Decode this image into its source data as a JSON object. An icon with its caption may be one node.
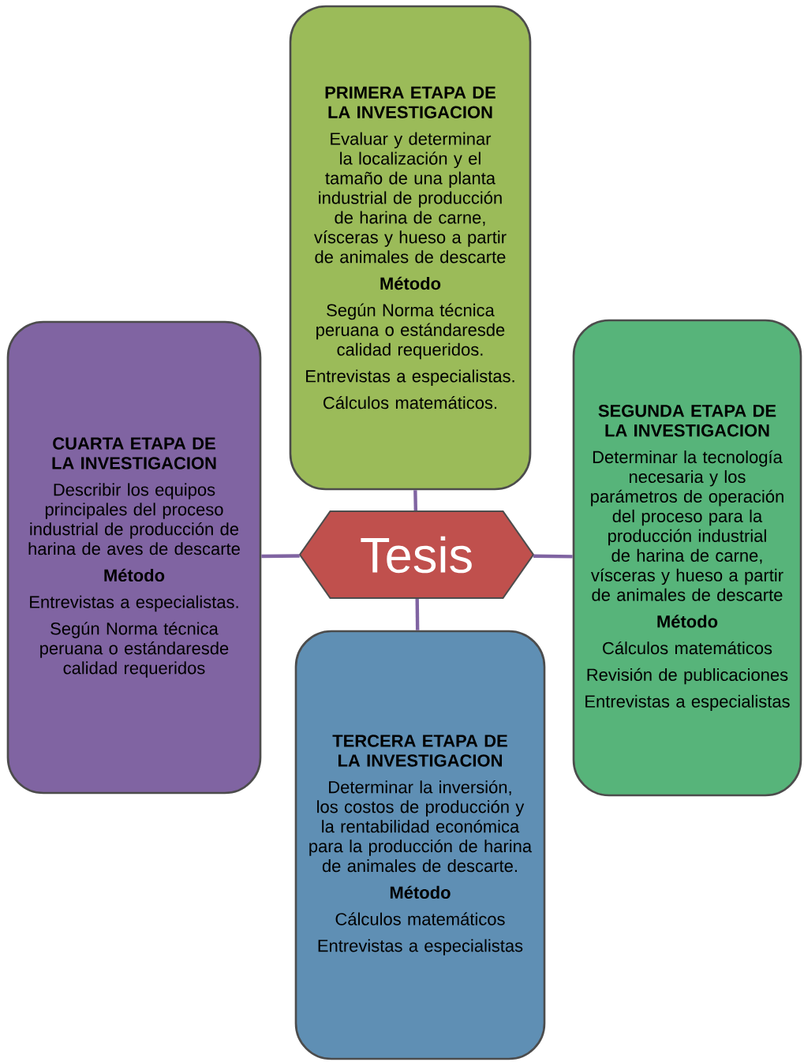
{
  "diagram": {
    "nodes": [
      {
        "text": [
          "PRIMERA ETAPA DE LA INVESTIGACION",
          "Evaluar y determinar la localización y el tamaño de una planta industrial de producción de harina de carne, vísceras y hueso a partir de animales de descarte",
          "Método",
          "Según Norma técnica peruana o estándaresde calidad requeridos.",
          "Entrevistas a especialistas.",
          "Cálculos matemáticos."
        ]
      },
      {
        "text": [
          "CUARTA ETAPA DE LA INVESTIGACION",
          "Describir los equipos principales del proceso industrial de producción de harina de aves de descarte",
          "Método",
          "Entrevistas a especialistas.",
          "Según Norma técnica peruana o estándaresde calidad requeridos"
        ]
      },
      {
        "text": [
          "Tesis"
        ]
      },
      {
        "text": [
          "SEGUNDA ETAPA DE LA INVESTIGACION",
          "Determinar la tecnología necesaria y los parámetros de operación del proceso para la producción industrial de harina de carne, vísceras y hueso a partir de animales de descarte",
          "Método",
          "Cálculos matemáticos",
          "Revisión de publicaciones",
          "Entrevistas a especialistas"
        ]
      },
      {
        "text": [
          "TERCERA ETAPA DE LA INVESTIGACION",
          "Determinar la inversión, los costos de producción y la rentabilidad económica para la producción de harina de animales de descarte.",
          "Método",
          "Cálculos matemáticos",
          "Entrevistas a especialistas"
        ]
      }
    ],
    "edges": [
      {
        "from": 2,
        "to": 0,
        "arrow": "none"
      },
      {
        "from": 2,
        "to": 1,
        "arrow": "none"
      },
      {
        "from": 2,
        "to": 3,
        "arrow": "none"
      },
      {
        "from": 2,
        "to": 4,
        "arrow": "none"
      }
    ]
  }
}
